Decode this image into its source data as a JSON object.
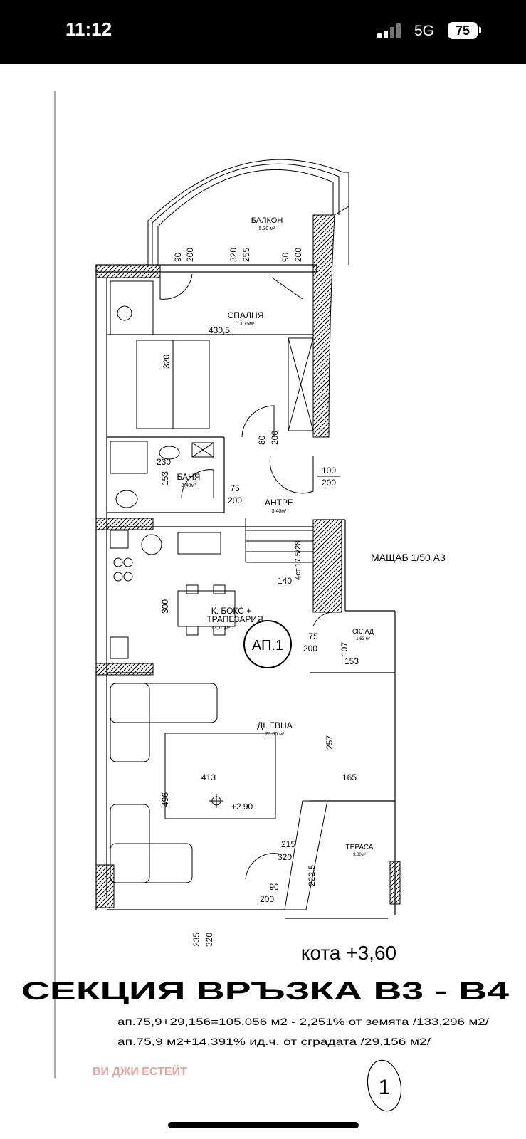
{
  "status_bar": {
    "time": "11:12",
    "network": "5G",
    "battery": "75"
  },
  "plan": {
    "rooms": {
      "balcony": {
        "name": "БАЛКОН",
        "area": "5.30 м²"
      },
      "bedroom": {
        "name": "СПАЛНЯ",
        "area": "13.75м²"
      },
      "bath": {
        "name": "БАНЯ",
        "area": "3.40м²"
      },
      "hall": {
        "name": "АНТРЕ",
        "area": "3.40м²"
      },
      "kitchen": {
        "name_line1": "К. БОКС +",
        "name_line2": "ТРАПЕЗАРИЯ",
        "area": "13,10 м²"
      },
      "storage": {
        "name": "СКЛАД",
        "area": "1.63 м²"
      },
      "living": {
        "name": "ДНЕВНА",
        "area": "23.80 м²"
      },
      "terrace": {
        "name": "ТЕРАСА",
        "area": "3.80м²"
      }
    },
    "apartment_label": "АП.1",
    "scale": "МАЩАБ 1/50  А3",
    "stairs": "4ст.17,5/28",
    "level_mark": "+2.90",
    "dims": {
      "d90a": "90",
      "d200a": "200",
      "d320a": "320",
      "d255": "255",
      "d90b": "90",
      "d200b": "200",
      "d430": "430,5",
      "d320b": "320",
      "d80": "80",
      "d200c": "200",
      "d100": "100",
      "d200d": "200",
      "d230": "230",
      "d153": "153",
      "d75a": "75",
      "d200e": "200",
      "d140": "140",
      "d300": "300",
      "d75b": "75",
      "d200f": "200",
      "d107": "107",
      "d153b": "153",
      "d257": "257",
      "d413": "413",
      "d165": "165",
      "d496": "496",
      "d215": "215",
      "d320c": "320",
      "d222": "222.5",
      "d90c": "90",
      "d200g": "200",
      "d235": "235",
      "d320d": "320"
    }
  },
  "footer": {
    "kota": "кота +3,60",
    "section_title": "СЕКЦИЯ ВРЪЗКА В3 - В4",
    "line1": "ап.75,9+29,156=105,056 м2 - 2,251% от земята /133,296 м2/",
    "line2": "ап.75,9 м2+14,391% ид.ч. от сградата /29,156 м2/",
    "company": "ВИ ДЖИ ЕСТЕЙТ",
    "page_mark": "1"
  }
}
